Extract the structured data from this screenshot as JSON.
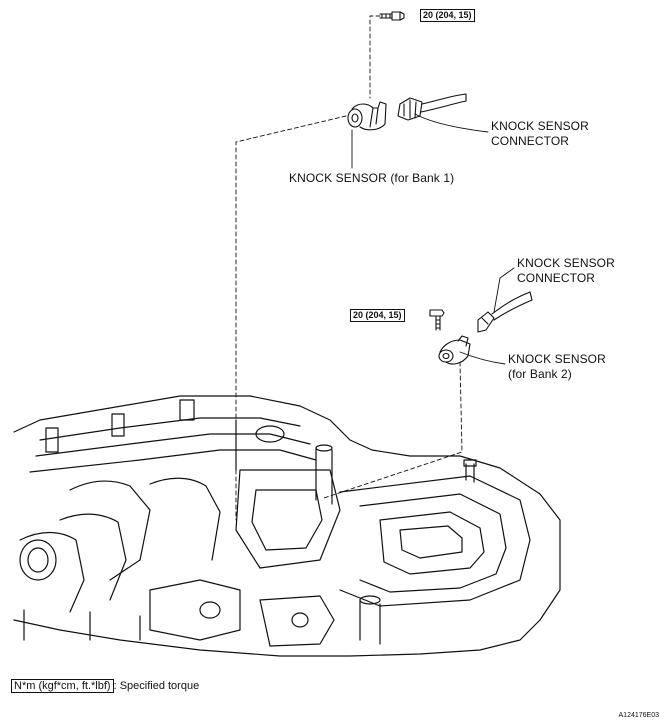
{
  "bank1": {
    "torque": "20 (204, 15)",
    "connector_label_line1": "KNOCK SENSOR",
    "connector_label_line2": "CONNECTOR",
    "sensor_label": "KNOCK SENSOR (for Bank 1)"
  },
  "bank2": {
    "torque": "20 (204, 15)",
    "connector_label_line1": "KNOCK SENSOR",
    "connector_label_line2": "CONNECTOR",
    "sensor_label_line1": "KNOCK SENSOR",
    "sensor_label_line2": "(for Bank 2)"
  },
  "legend": {
    "unit_box": "N*m (kgf*cm, ft.*lbf)",
    "text": ": Specified torque"
  },
  "reference_code": "A124176E03"
}
